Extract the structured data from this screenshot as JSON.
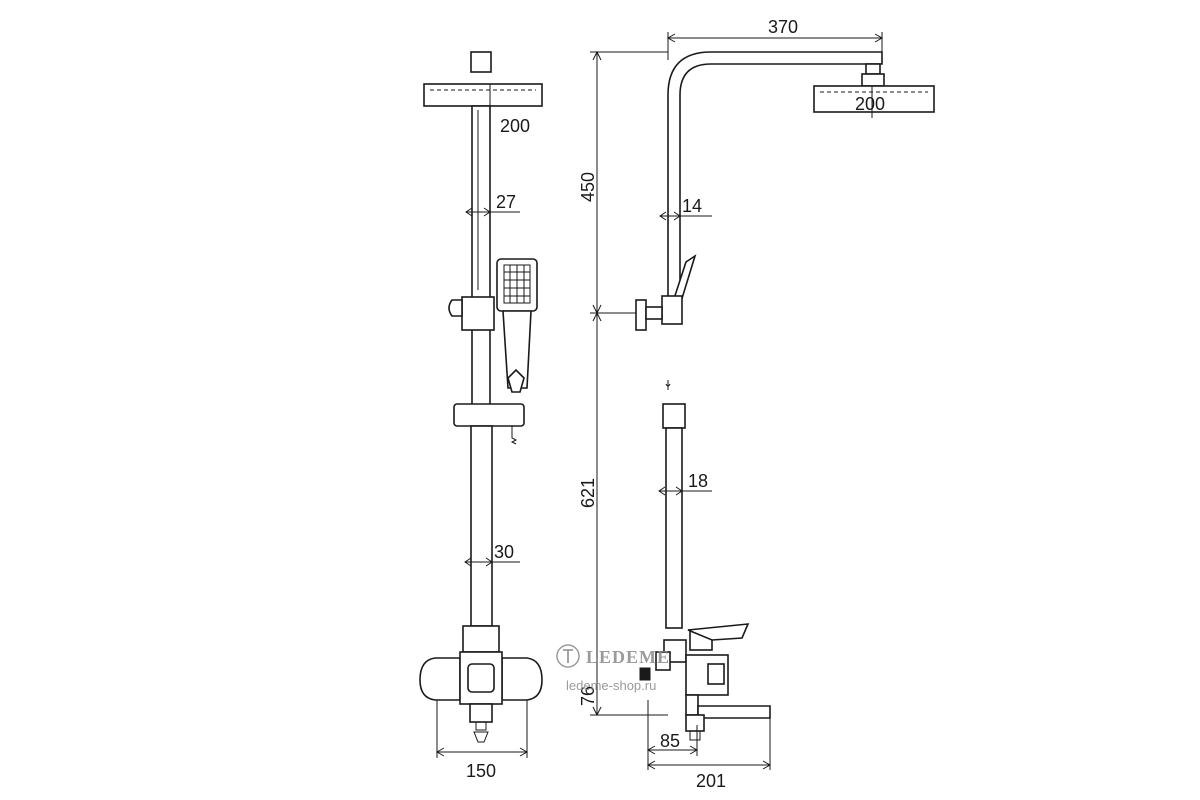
{
  "dimensions": {
    "front_head_width": "200",
    "front_upper_pipe": "27",
    "front_lower_pipe": "30",
    "front_mixer_width": "150",
    "side_arm_reach": "370",
    "side_head_width": "200",
    "side_upper_height": "450",
    "side_upper_pipe": "14",
    "side_lower_pipe": "18",
    "side_lower_height": "621",
    "side_mixer_height": "76",
    "side_spout_offset": "85",
    "side_spout_length": "201"
  },
  "watermark": {
    "brand": "LEDEME",
    "site": "ledeme-shop.ru"
  }
}
